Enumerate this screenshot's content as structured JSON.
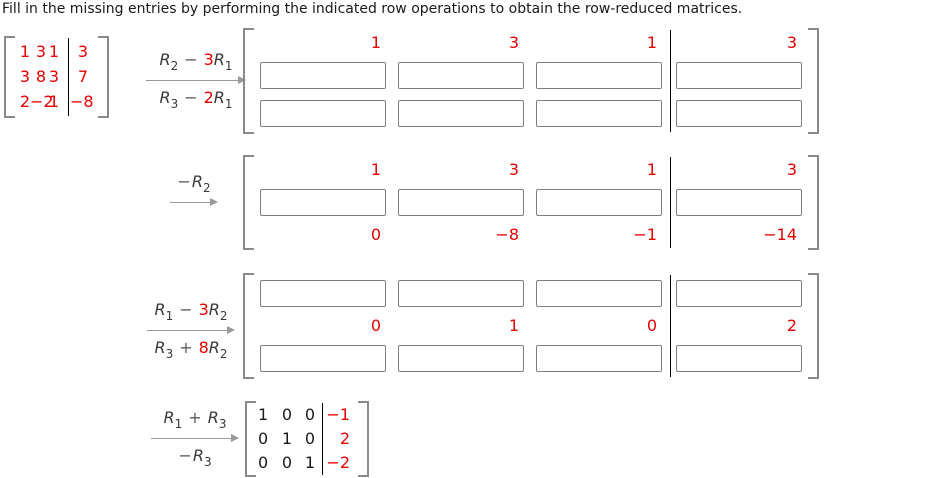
{
  "title": "Fill in the missing entries by performing the indicated row operations to obtain the row-reduced matrices.",
  "palette": {
    "red": "#e60000",
    "text": "#1a1a1a",
    "label": "#3a3a3a",
    "sign": "#5a5a5a",
    "arrow": "#999999",
    "bracket": "#8a8a8a",
    "border": "#7f7f7f",
    "divider": "#000000"
  },
  "source_matrix": {
    "rows": [
      [
        "1",
        "3",
        "1",
        "3"
      ],
      [
        "3",
        "8",
        "3",
        "7"
      ],
      [
        "2",
        "−2",
        "1",
        "−8"
      ]
    ]
  },
  "steps": [
    {
      "id": 1,
      "operation": {
        "above": [
          {
            "k": "var",
            "t": "R",
            "sub": "2"
          },
          {
            "k": "sign",
            "t": "−"
          },
          {
            "k": "coef",
            "t": "3"
          },
          {
            "k": "var",
            "t": "R",
            "sub": "1"
          }
        ],
        "below": [
          {
            "k": "var",
            "t": "R",
            "sub": "3"
          },
          {
            "k": "sign",
            "t": "−"
          },
          {
            "k": "coef",
            "t": "2"
          },
          {
            "k": "var",
            "t": "R",
            "sub": "1"
          }
        ]
      },
      "matrix": {
        "rows": [
          {
            "type": "values",
            "cells": [
              "1",
              "3",
              "1",
              "3"
            ]
          },
          {
            "type": "inputs",
            "cells": [
              "",
              "",
              "",
              ""
            ]
          },
          {
            "type": "inputs",
            "cells": [
              "",
              "",
              "",
              ""
            ]
          }
        ]
      }
    },
    {
      "id": 2,
      "operation": {
        "above": [
          {
            "k": "sign",
            "t": "−"
          },
          {
            "k": "var",
            "t": "R",
            "sub": "2"
          }
        ],
        "below": null
      },
      "matrix": {
        "rows": [
          {
            "type": "values",
            "cells": [
              "1",
              "3",
              "1",
              "3"
            ]
          },
          {
            "type": "inputs",
            "cells": [
              "",
              "",
              "",
              ""
            ]
          },
          {
            "type": "values",
            "cells": [
              "0",
              "−8",
              "−1",
              "−14"
            ]
          }
        ]
      }
    },
    {
      "id": 3,
      "operation": {
        "above": [
          {
            "k": "var",
            "t": "R",
            "sub": "1"
          },
          {
            "k": "sign",
            "t": "−"
          },
          {
            "k": "coef",
            "t": "3"
          },
          {
            "k": "var",
            "t": "R",
            "sub": "2"
          }
        ],
        "below": [
          {
            "k": "var",
            "t": "R",
            "sub": "3"
          },
          {
            "k": "sign",
            "t": "+"
          },
          {
            "k": "coef",
            "t": "8"
          },
          {
            "k": "var",
            "t": "R",
            "sub": "2"
          }
        ]
      },
      "matrix": {
        "rows": [
          {
            "type": "inputs",
            "cells": [
              "",
              "",
              "",
              ""
            ]
          },
          {
            "type": "values",
            "cells": [
              "0",
              "1",
              "0",
              "2"
            ]
          },
          {
            "type": "inputs",
            "cells": [
              "",
              "",
              "",
              ""
            ]
          }
        ]
      }
    },
    {
      "id": 4,
      "operation": {
        "above": [
          {
            "k": "var",
            "t": "R",
            "sub": "1"
          },
          {
            "k": "sign",
            "t": "+"
          },
          {
            "k": "var",
            "t": "R",
            "sub": "3"
          }
        ],
        "below": [
          {
            "k": "sign",
            "t": "−"
          },
          {
            "k": "var",
            "t": "R",
            "sub": "3"
          }
        ]
      },
      "final_matrix": {
        "rows": [
          [
            "1",
            "0",
            "0",
            "−1"
          ],
          [
            "0",
            "1",
            "0",
            "2"
          ],
          [
            "0",
            "0",
            "1",
            "−2"
          ]
        ],
        "column_colors": [
          "text",
          "text",
          "text",
          "red"
        ]
      }
    }
  ]
}
